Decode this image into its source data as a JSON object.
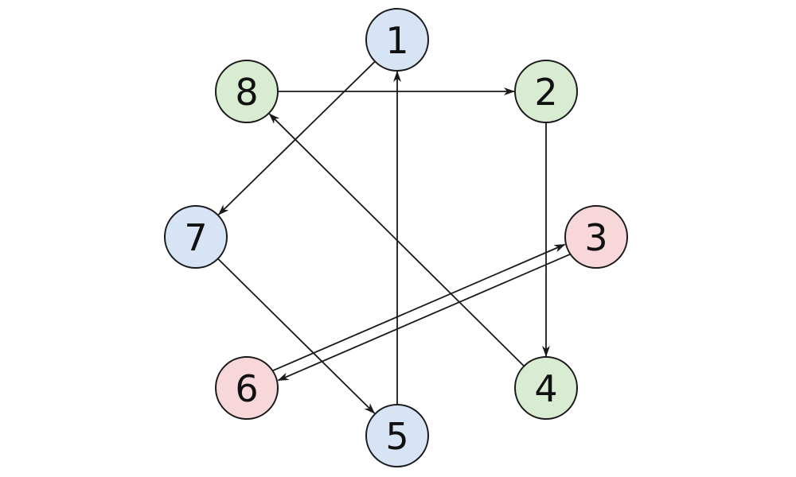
{
  "graph": {
    "colors": {
      "blue": "#d6e4f5",
      "green": "#d8ecd2",
      "pink": "#f8d7da",
      "stroke": "#1a1a1a"
    },
    "nodes": [
      {
        "id": "1",
        "label": "1",
        "color": "blue"
      },
      {
        "id": "2",
        "label": "2",
        "color": "green"
      },
      {
        "id": "3",
        "label": "3",
        "color": "pink"
      },
      {
        "id": "4",
        "label": "4",
        "color": "green"
      },
      {
        "id": "5",
        "label": "5",
        "color": "blue"
      },
      {
        "id": "6",
        "label": "6",
        "color": "pink"
      },
      {
        "id": "7",
        "label": "7",
        "color": "blue"
      },
      {
        "id": "8",
        "label": "8",
        "color": "green"
      }
    ],
    "edges": [
      {
        "from": "8",
        "to": "2"
      },
      {
        "from": "1",
        "to": "7"
      },
      {
        "from": "5",
        "to": "1"
      },
      {
        "from": "2",
        "to": "4"
      },
      {
        "from": "4",
        "to": "8"
      },
      {
        "from": "6",
        "to": "3"
      },
      {
        "from": "3",
        "to": "6"
      },
      {
        "from": "7",
        "to": "5"
      }
    ]
  }
}
